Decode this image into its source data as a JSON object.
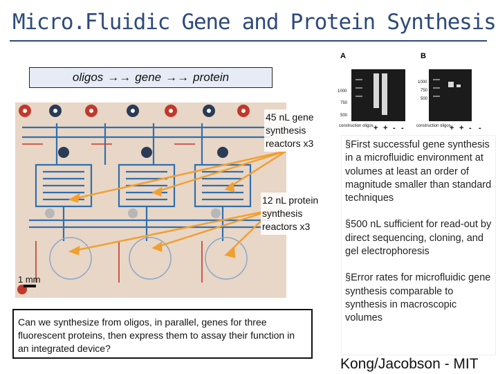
{
  "title": "Micro.Fluidic Gene and Protein Synthesis",
  "flow": {
    "oligos": "oligos",
    "arrow": "→→",
    "gene": "gene",
    "protein": "protein"
  },
  "chip": {
    "callout_gene": "45 nL gene synthesis reactors x3",
    "callout_protein": "12 nL protein synthesis reactors x3",
    "scale_label": "1 mm",
    "colors": {
      "chip_background": "#e6d3c4",
      "channel_blue": "#2f6fae",
      "port_red": "#c0392b",
      "arrow_orange": "#f0a030"
    }
  },
  "gel": {
    "panel_a": "A",
    "panel_b": "B",
    "row_label": "construction oligos",
    "markers_a": [
      "1000",
      "750",
      "500"
    ],
    "markers_b": [
      "1000",
      "750",
      "500"
    ],
    "signs_a": [
      "+",
      "+",
      "-",
      "-"
    ],
    "signs_b": [
      "+",
      "+",
      "-",
      "-"
    ]
  },
  "bullets": [
    "§First successful gene synthesis in a microfluidic environment at volumes at least an order of magnitude smaller than standard techniques",
    "§500 nL sufficient for read-out by direct sequencing, cloning, and gel electrophoresis",
    "§Error rates for microfluidic gene synthesis comparable to synthesis in macroscopic volumes"
  ],
  "question": "Can we synthesize from oligos, in parallel, genes for three fluorescent proteins, then express them to assay their function in an integrated device?",
  "credit": "Kong/Jacobson - MIT"
}
